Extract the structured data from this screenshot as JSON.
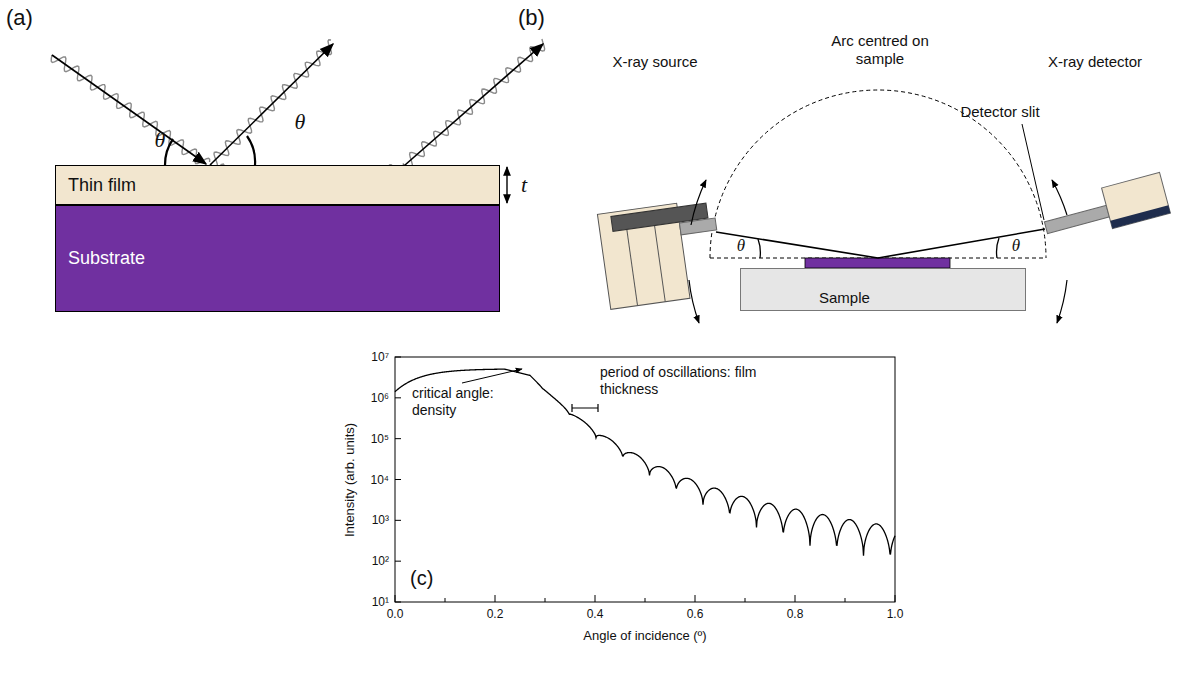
{
  "diagram": {
    "nodes": [
      {
        "text": [
          "Thin film"
        ]
      },
      {
        "text": [
          "Substrate"
        ]
      },
      {
        "text": [
          "Sample"
        ]
      }
    ],
    "labels": [
      "(a)",
      "θ",
      "θ",
      "t",
      "(b)",
      "X-ray source",
      "Arc centred on sample",
      "X-ray detector",
      "Detector slit",
      "θ",
      "θ",
      "(c)",
      "10⁷",
      "10⁶",
      "10⁵",
      "10⁴",
      "10³",
      "10²",
      "10¹",
      "0.0",
      "0.2",
      "0.4",
      "0.6",
      "0.8",
      "1.0",
      "Intensity (arb. units)",
      "Angle of incidence (º)",
      "critical angle: density",
      "period of oscillations: film thickness"
    ]
  }
}
